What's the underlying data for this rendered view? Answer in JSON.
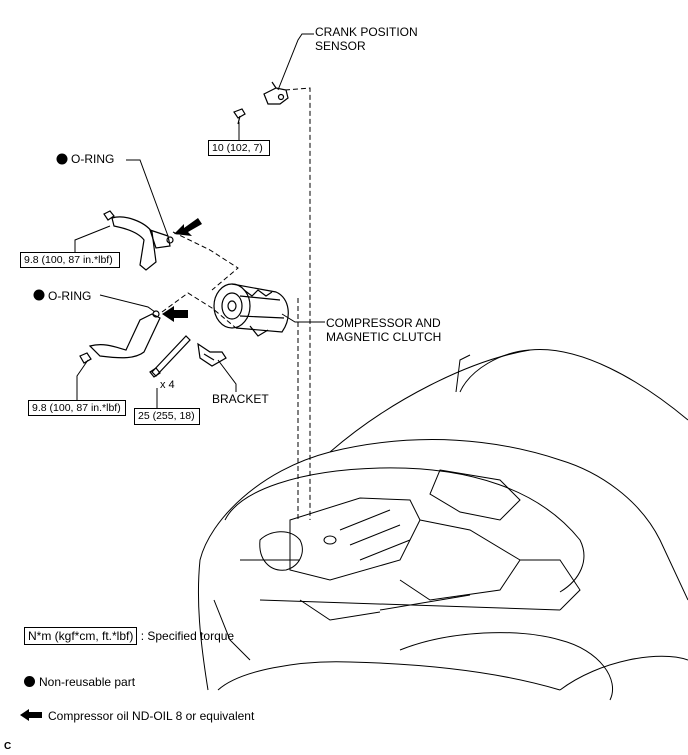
{
  "labels": {
    "crank_sensor_line1": "CRANK POSITION",
    "crank_sensor_line2": "SENSOR",
    "oring_upper": "O-RING",
    "oring_lower": "O-RING",
    "compressor_line1": "COMPRESSOR AND",
    "compressor_line2": "MAGNETIC CLUTCH",
    "bracket": "BRACKET",
    "bolt_count": "x 4",
    "corner_code": "C"
  },
  "torques": {
    "crank_sensor_bolt": "10 (102, 7)",
    "upper_pipe_bolt": "9.8 (100, 87 in.*lbf)",
    "lower_pipe_bolt": "9.8 (100, 87 in.*lbf)",
    "compressor_bolts": "25 (255, 18)"
  },
  "legend": {
    "torque_unit": "N*m (kgf*cm, ft.*lbf)",
    "torque_desc": ": Specified torque",
    "non_reusable": "Non-reusable part",
    "compressor_oil": "Compressor oil ND-OIL 8 or equivalent"
  }
}
